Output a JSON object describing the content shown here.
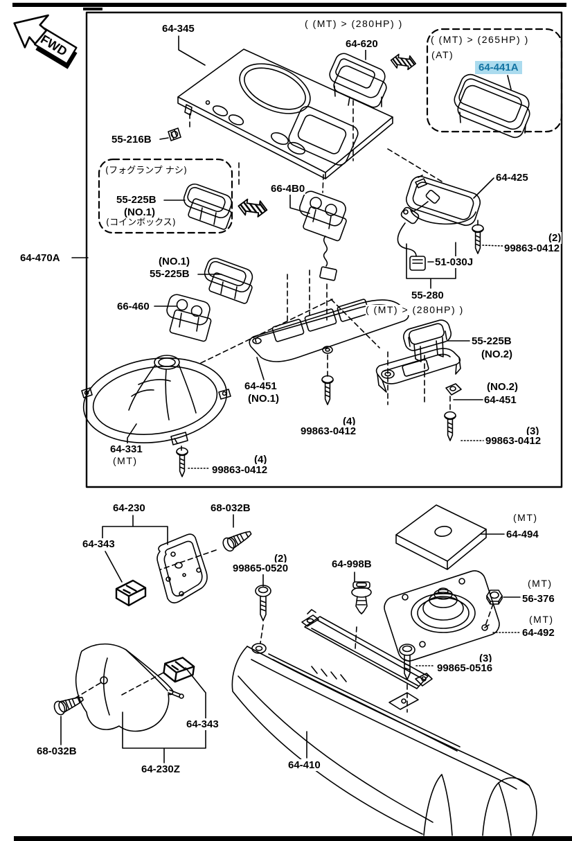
{
  "fwd": "FWD",
  "colors": {
    "highlight_bg": "#abdbee",
    "highlight_text": "#1273a2",
    "line": "#000000"
  },
  "upper": {
    "p64_345": "64-345",
    "spec_620": "( (MT) > (280HP) )",
    "p64_620": "64-620",
    "alt_spec_mt": "( (MT) > (265HP) )",
    "alt_spec_at": "(AT)",
    "p64_441A": "64-441A",
    "p55_216B": "55-216B",
    "fog_title": "(フォグランプ ナシ)",
    "fog_part": "55-225B",
    "fog_no": "(NO.1)",
    "fog_sub": "(コインボックス)",
    "p66_4B0": "66-4B0",
    "p64_425": "64-425",
    "qty2": "(2)",
    "p99863_0412_a": "99863-0412",
    "p51_030J": "51-030J",
    "p55_280": "55-280",
    "spec_280_mid": "( (MT) > (280HP) )",
    "no1_tag_a": "(NO.1)",
    "p55_225B_no1": "55-225B",
    "p66_460": "66-460",
    "p64_451_no1": "64-451",
    "no1_tag_b": "(NO.1)",
    "qty4_a": "(4)",
    "p99863_0412_b": "99863-0412",
    "p55_225B_no2": "55-225B",
    "no2_tag_a": "(NO.2)",
    "no2_tag_b": "(NO.2)",
    "p64_451_no2": "64-451",
    "qty3": "(3)",
    "p99863_0412_c": "99863-0412",
    "p64_331": "64-331",
    "mt_tag": "(MT)",
    "qty4_b": "(4)",
    "p99863_0412_d": "99863-0412",
    "p64_470A": "64-470A"
  },
  "lower": {
    "p64_230": "64-230",
    "p68_032B_a": "68-032B",
    "p64_343_a": "64-343",
    "qty2": "(2)",
    "p99865_0520": "99865-0520",
    "p64_998B": "64-998B",
    "mt_494": "(MT)",
    "p64_494": "64-494",
    "mt_376": "(MT)",
    "p56_376": "56-376",
    "mt_492": "(MT)",
    "p64_492": "64-492",
    "qty3": "(3)",
    "p99865_0516": "99865-0516",
    "p68_032B_b": "68-032B",
    "p64_343_b": "64-343",
    "p64_230Z": "64-230Z",
    "p64_410": "64-410"
  }
}
